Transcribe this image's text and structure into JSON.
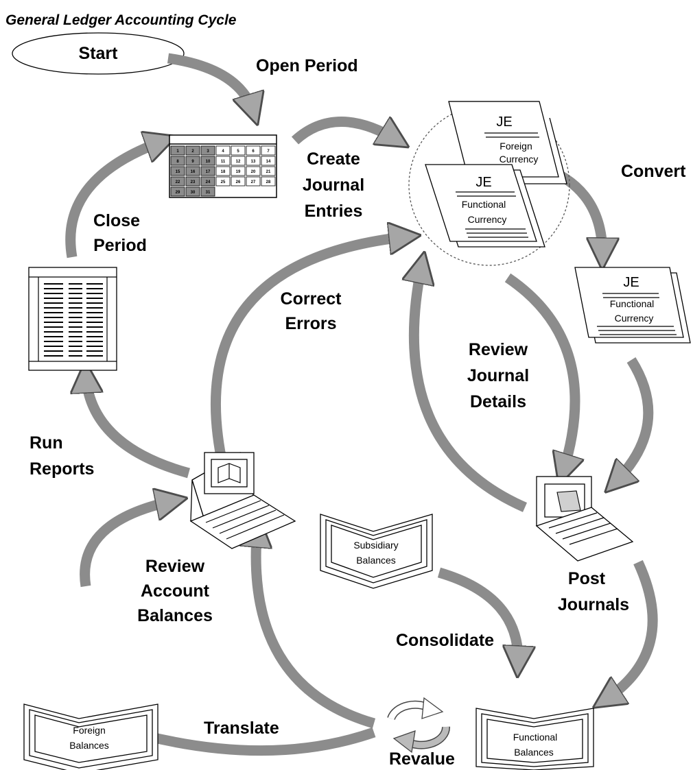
{
  "title": "General Ledger Accounting Cycle",
  "start_label": "Start",
  "steps": {
    "open_period": "Open Period",
    "create_journal": [
      "Create",
      "Journal",
      "Entries"
    ],
    "convert": "Convert",
    "close_period": [
      "Close",
      "Period"
    ],
    "correct_errors": [
      "Correct",
      "Errors"
    ],
    "review_journal": [
      "Review",
      "Journal",
      "Details"
    ],
    "run_reports": [
      "Run",
      "Reports"
    ],
    "review_account": [
      "Review",
      "Account",
      "Balances"
    ],
    "post_journals": [
      "Post",
      "Journals"
    ],
    "consolidate": "Consolidate",
    "translate": "Translate",
    "revalue": "Revalue"
  },
  "documents": {
    "je_label": "JE",
    "foreign_currency": [
      "Foreign",
      "Currency"
    ],
    "functional_currency": [
      "Functional",
      "Currency"
    ],
    "converted_functional": [
      "Functional",
      "Currency"
    ]
  },
  "balances": {
    "subsidiary": [
      "Subsidiary",
      "Balances"
    ],
    "foreign": [
      "Foreign",
      "Balances"
    ],
    "functional": [
      "Functional",
      "Balances"
    ]
  },
  "calendar_days": [
    1,
    2,
    3,
    4,
    5,
    6,
    7,
    8,
    9,
    10,
    11,
    12,
    13,
    14,
    15,
    16,
    17,
    18,
    19,
    20,
    21,
    22,
    23,
    24,
    25,
    26,
    27,
    28,
    29,
    30,
    31
  ]
}
